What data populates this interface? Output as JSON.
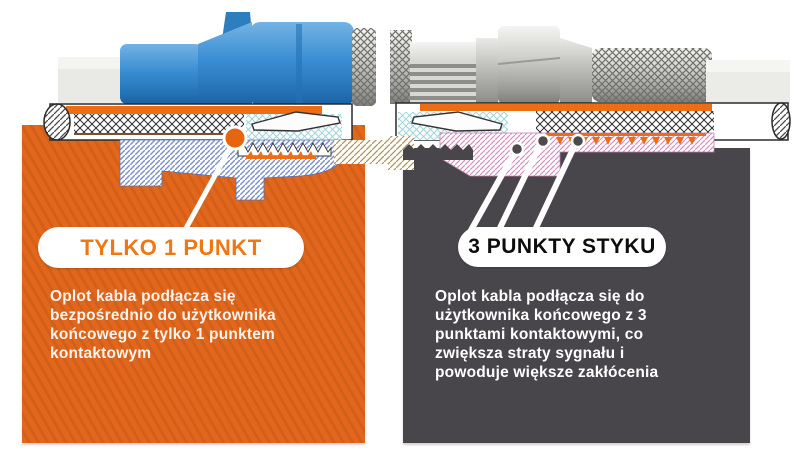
{
  "left_panel": {
    "badge_label": "TYLKO 1 PUNKT",
    "description_lines": [
      "Oplot kabla podłącza się",
      "bezpośrednio do użytkownika",
      "końcowego z tylko 1 punktem",
      "kontaktowym"
    ],
    "contact_points_shown": 1,
    "panel_color": "#e2671c",
    "badge_text_color": "#ee7816",
    "text_color": "#f8f3ec"
  },
  "right_panel": {
    "badge_label": "3 PUNKTY STYKU",
    "description_lines": [
      "Oplot kabla podłącza się do",
      "użytkownika końcowego z 3",
      "punktami kontaktowymi, co",
      "zwiększa straty sygnału i",
      "powoduje większe zakłócenia"
    ],
    "contact_points_shown": 3,
    "panel_color": "#49464b",
    "badge_text_color": "#0d0d0d",
    "text_color": "#ffffff"
  },
  "illustration": {
    "left_connector_type": "push-on-connector",
    "right_connector_type": "screw-f-connector",
    "accent_orange": "#ed6d15",
    "connector_blue": "#3a8ed3",
    "metal_gray": "#c9c9c6",
    "braid_hatch": "#2e2e2e",
    "inner_hatch_blue": "#7b90cc",
    "inner_hatch_pink": "#d88fc2",
    "inner_hatch_cyan": "#9fd4da",
    "inner_hatch_tan": "#b09052"
  }
}
